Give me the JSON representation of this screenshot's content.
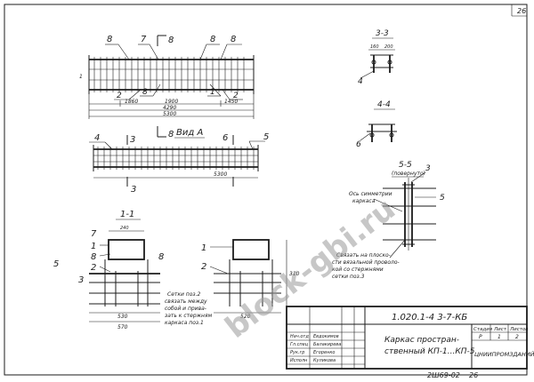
{
  "sheet": {
    "page_number": "26",
    "code": "1.020.1-4 3-7-КБ",
    "name_line1": "Каркас простран-",
    "name_line2": "ственный КП-1...КП-5",
    "stage_header": "Стадия",
    "sheet_header": "Лист",
    "sheets_header": "Листов",
    "stage_value": "Р",
    "sheet_value": "1",
    "sheets_value": "2",
    "org": "ЦНИИПРОМЗДАНИЙ",
    "archive_no": "2Ш69-02",
    "archive_page": "26",
    "stamp_roles": [
      "Нач.отд",
      "Гл.спец",
      "Рук.гр",
      "Исполн"
    ],
    "stamp_names": [
      "Евдокимов",
      "Балакирева",
      "Егоренко",
      "Куликова"
    ]
  },
  "views": {
    "plan_top": {
      "labels": [
        "8",
        "7",
        "8",
        "8",
        "2",
        "8",
        "1",
        "2",
        "1"
      ],
      "dims": [
        "1900",
        "1860",
        "4290",
        "5300",
        "1450"
      ],
      "cut_marks": [
        "8",
        "8"
      ]
    },
    "view_a": {
      "title": "Вид А",
      "labels": [
        "4",
        "3",
        "6",
        "5",
        "3"
      ],
      "dims": [
        "5300"
      ]
    },
    "section_3_3": {
      "title": "3-3",
      "labels": [
        "4"
      ],
      "dims": [
        "160",
        "200"
      ]
    },
    "section_4_4": {
      "title": "4-4",
      "labels": [
        "6"
      ]
    },
    "section_5_5": {
      "title": "5-5",
      "subtitle": "(повернуто)",
      "labels": [
        "3",
        "5"
      ],
      "axis_note_line1": "Ось симметрии",
      "axis_note_line2": "каркаса"
    },
    "section_1_1": {
      "title": "1-1",
      "labels": [
        "7",
        "1",
        "8",
        "2",
        "5",
        "3",
        "8",
        "1",
        "2"
      ],
      "dims": [
        "240",
        "530",
        "570",
        "520",
        "310"
      ]
    },
    "notes": {
      "note_bottom_line1": "Сетки поз.2",
      "note_bottom_line2": "связать между",
      "note_bottom_line3": "собой и прива-",
      "note_bottom_line4": "зать к стержням",
      "note_bottom_line5": "каркаса поз.1",
      "note_right_line1": "Связать на плоско-",
      "note_right_line2": "сти вязальной проволо-",
      "note_right_line3": "кой со стержнями",
      "note_right_line4": "сетки поз.3"
    }
  },
  "watermark": {
    "text": "block-gbi.ru"
  }
}
